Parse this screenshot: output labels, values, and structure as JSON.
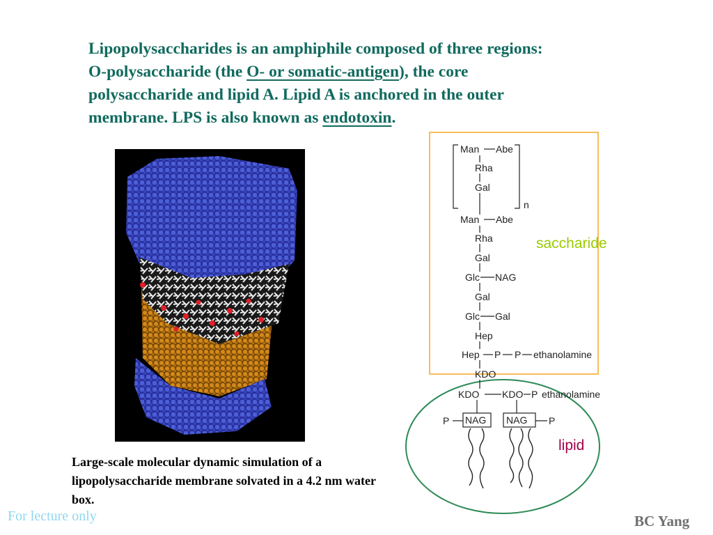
{
  "title": {
    "line1": "Lipopolysaccharides is an amphiphile composed of three regions:",
    "line2_a": "O-polysaccharide (the ",
    "line2_link": "O- or somatic-antigen",
    "line2_b": "), the core",
    "line3": "polysaccharide and lipid A. Lipid A is anchored in the outer",
    "line4_a": "membrane. LPS is also known as ",
    "line4_link": "endotoxin",
    "line4_b": "."
  },
  "caption": "Large-scale molecular dynamic simulation of a lipopolysaccharide membrane solvated in a 4.2 nm water box.",
  "diagram": {
    "repeat": {
      "man": "Man",
      "abe": "Abe",
      "rha": "Rha",
      "gal": "Gal",
      "n": "n"
    },
    "core": {
      "man": "Man",
      "abe": "Abe",
      "rha": "Rha",
      "gal1": "Gal",
      "glc1": "Glc",
      "nag": "NAG",
      "gal2": "Gal",
      "glc2": "Glc",
      "gal3": "Gal",
      "hep1": "Hep",
      "hep2": "Hep",
      "p1": "P",
      "p2": "P",
      "eth1": "ethanolamine",
      "kdo1": "KDO"
    },
    "lipid_a": {
      "kdo2": "KDO",
      "kdo3": "KDO",
      "p3": "P",
      "eth2": "ethanolamine",
      "p_left": "P",
      "nag1": "NAG",
      "nag2": "NAG",
      "p_right": "P"
    },
    "saccharide_label": "saccharide",
    "lipid_label": "lipid",
    "colors": {
      "saccharide_box": "#f5a623",
      "lipid_ellipse": "#2e8b57"
    }
  },
  "footer": {
    "left": "For lecture only",
    "right": "BC Yang"
  }
}
